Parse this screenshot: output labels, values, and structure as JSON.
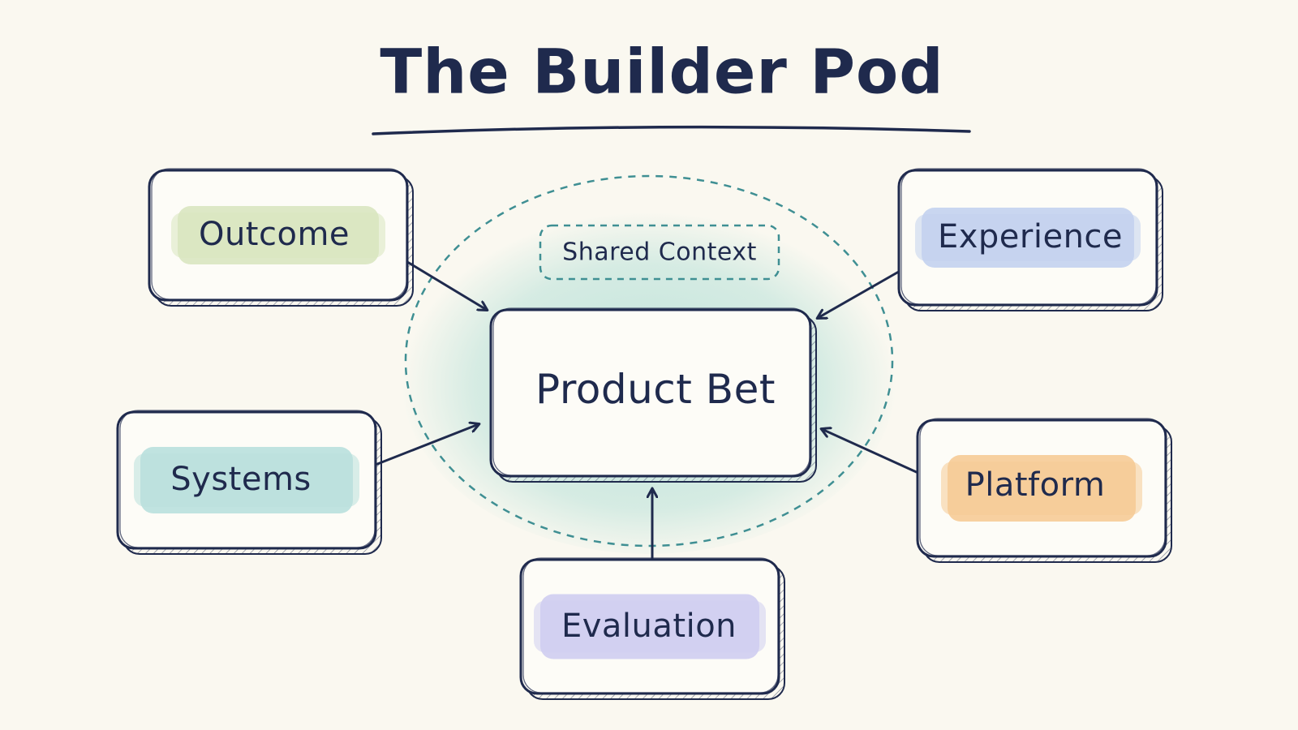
{
  "title": "The Builder Pod",
  "context_label": "Shared Context",
  "center": {
    "label": "Product Bet"
  },
  "nodes": [
    {
      "id": "outcome",
      "label": "Outcome",
      "color": "#d9e5c0"
    },
    {
      "id": "experience",
      "label": "Experience",
      "color": "#c3d1ee"
    },
    {
      "id": "systems",
      "label": "Systems",
      "color": "#b9e0dd"
    },
    {
      "id": "platform",
      "label": "Platform",
      "color": "#f6cb96"
    },
    {
      "id": "evaluation",
      "label": "Evaluation",
      "color": "#cfcdf0"
    }
  ],
  "colors": {
    "ink": "#1f2a4d",
    "context_glow": "#a9dcd3",
    "context_dash": "#3f8f93",
    "background": "#faf8f0"
  }
}
